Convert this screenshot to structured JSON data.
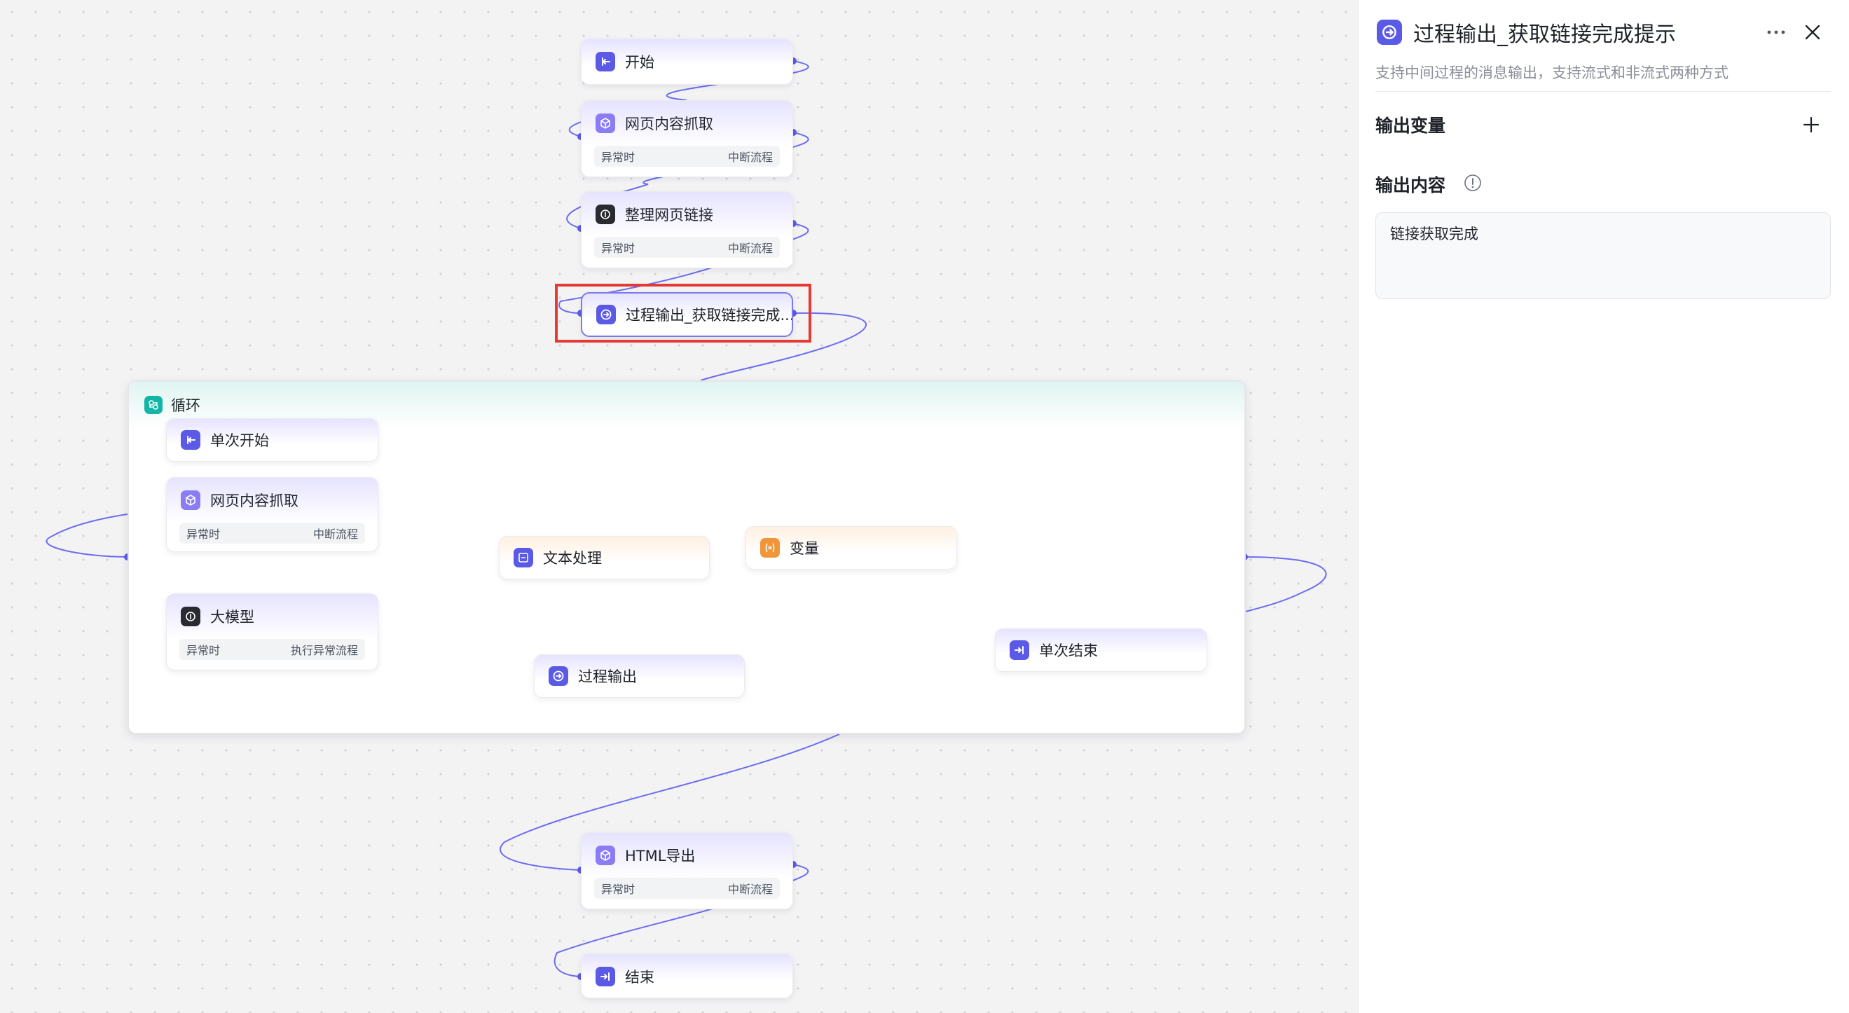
{
  "canvas": {
    "nodes": {
      "start": {
        "title": "开始"
      },
      "fetch": {
        "title": "网页内容抓取",
        "footer_left": "异常时",
        "footer_right": "中断流程"
      },
      "organize": {
        "title": "整理网页链接",
        "footer_left": "异常时",
        "footer_right": "中断流程"
      },
      "output_notice": {
        "title": "过程输出_获取链接完成..."
      },
      "html_export": {
        "title": "HTML导出",
        "footer_left": "异常时",
        "footer_right": "中断流程"
      },
      "end": {
        "title": "结束"
      }
    },
    "loop": {
      "title": "循环",
      "nodes": {
        "iter_start": {
          "title": "单次开始"
        },
        "iter_fetch": {
          "title": "网页内容抓取",
          "footer_left": "异常时",
          "footer_right": "中断流程"
        },
        "llm": {
          "title": "大模型",
          "footer_left": "异常时",
          "footer_right": "执行异常流程"
        },
        "text_process": {
          "title": "文本处理"
        },
        "variable": {
          "title": "变量"
        },
        "process_output": {
          "title": "过程输出"
        },
        "iter_end": {
          "title": "单次结束"
        }
      }
    },
    "colors": {
      "edge": "#6d6cf0",
      "handle": "#5b5ae6",
      "error_handle": "#e08a1e",
      "highlight": "#e53935"
    }
  },
  "panel": {
    "title": "过程输出_获取链接完成提示",
    "description": "支持中间过程的消息输出，支持流式和非流式两种方式",
    "output_vars_label": "输出变量",
    "output_content_label": "输出内容",
    "output_content_value": "链接获取完成",
    "icons": {
      "more": "more-icon",
      "close": "close-icon",
      "add": "plus-icon",
      "info": "info-icon"
    }
  }
}
